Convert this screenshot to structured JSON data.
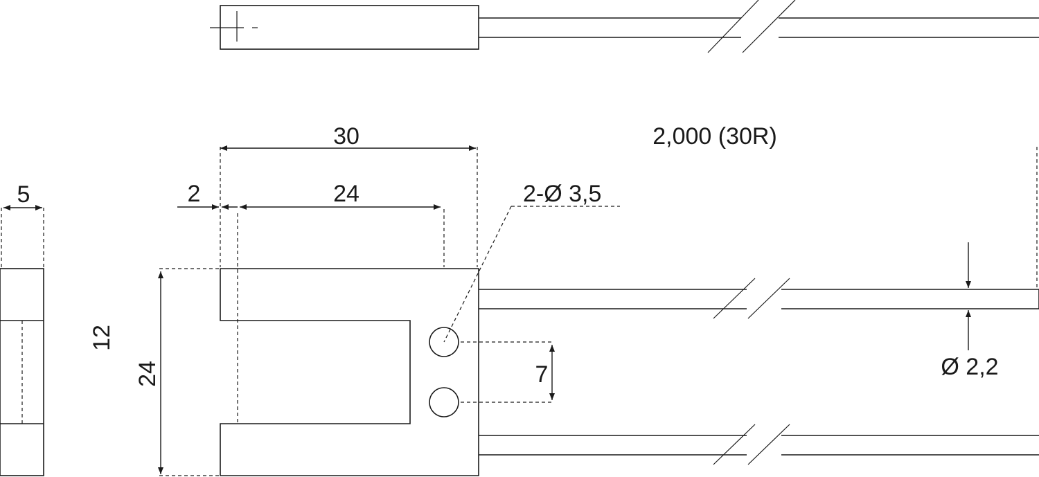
{
  "labels": {
    "side_width": "5",
    "side_height": "12",
    "body_width": "30",
    "slot_width": "24",
    "wall_thickness": "2",
    "body_height": "24",
    "hole_spec": "2-Ø 3,5",
    "hole_pitch": "7",
    "cable_length": "2,000 (30R)",
    "cable_diameter": "Ø 2,2"
  }
}
